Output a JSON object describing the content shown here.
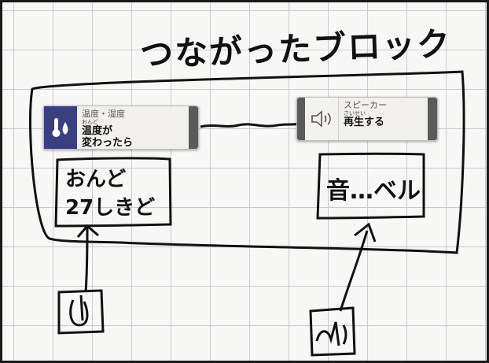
{
  "title": "つながったブロック",
  "temp_card": {
    "category": "温度・湿度",
    "ruby": "おんど",
    "line1": "温度が",
    "line2": "変わったら",
    "icon": "thermometer-droplet-icon",
    "icon_color": "#3a3f7f"
  },
  "speaker_card": {
    "category": "スピーカー",
    "ruby": "さいせい",
    "line1": "再生する",
    "icon": "speaker-icon"
  },
  "temp_box": {
    "line1": "おんど",
    "line2": "27しきど"
  },
  "speaker_box": {
    "text": "音…ベル"
  },
  "colors": {
    "ink": "#111111",
    "grid": "#c9ccce",
    "card_bg": "#f1f0ec",
    "accent": "#3a3f7f"
  }
}
